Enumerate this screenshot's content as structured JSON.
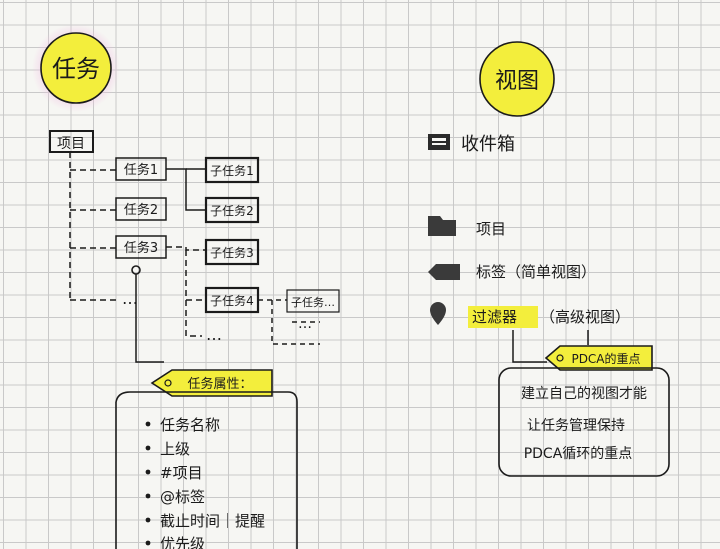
{
  "left": {
    "title": "任务",
    "root": "项目",
    "tasks": [
      "任务1",
      "任务2",
      "任务3"
    ],
    "subtasks": [
      "子任务1",
      "子任务2",
      "子任务3",
      "子任务4"
    ],
    "subsub": "子任务…",
    "dots": "…",
    "attributes_tag": "任务属性：",
    "attributes": [
      "任务名称",
      "上级",
      "#项目",
      "@标签",
      "截止时间｜提醒",
      "优先级"
    ]
  },
  "right": {
    "title": "视图",
    "views": [
      {
        "icon": "inbox-icon",
        "label": "收件箱"
      },
      {
        "icon": "folder-icon",
        "label": "项目"
      },
      {
        "icon": "tag-icon",
        "label": "标签（简单视图）"
      },
      {
        "icon": "filter-icon",
        "label": "过滤器",
        "suffix": "（高级视图）"
      }
    ],
    "pdca_tag": "PDCA的重点",
    "note_lines": [
      "建立自己的视图才能",
      "让任务管理保持",
      "PDCA循环的重点"
    ]
  },
  "colors": {
    "highlight": "#f3ee3c",
    "ink": "#1b1b1b",
    "halo": "#f3c8e6"
  }
}
